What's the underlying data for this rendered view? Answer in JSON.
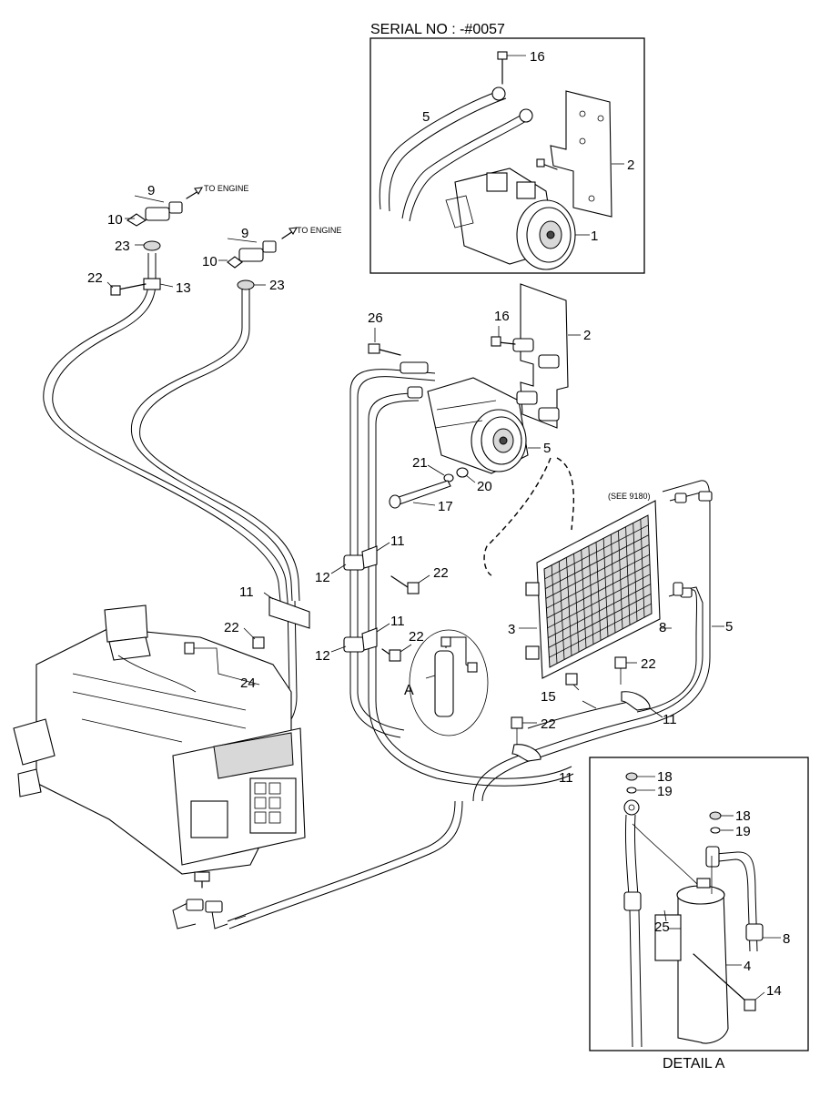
{
  "diagram": {
    "inset_title": "SERIAL NO : -#0057",
    "detail_caption": "DETAIL  A",
    "detail_marker": "A",
    "to_engine_label": "TO ENGINE",
    "see_reference": "(SEE 9180)",
    "callouts": {
      "c16_inset": "16",
      "c5_inset": "5",
      "c2_inset": "2",
      "c1_inset": "1",
      "c9_a": "9",
      "c10_a": "10",
      "c23_a": "23",
      "c9_b": "9",
      "c10_b": "10",
      "c23_b": "23",
      "c22_a": "22",
      "c13": "13",
      "c26": "26",
      "c16": "16",
      "c2": "2",
      "c5_comp": "5",
      "c21": "21",
      "c20": "20",
      "c17": "17",
      "c11_a": "11",
      "c12_a": "12",
      "c22_b": "22",
      "c11_b": "11",
      "c22_c": "22",
      "c12_b": "12",
      "c11_c": "11",
      "c22_d": "22",
      "c24": "24",
      "c3": "3",
      "c8": "8",
      "c5_line": "5",
      "c22_e": "22",
      "c15": "15",
      "c11_d": "11",
      "c22_f": "22",
      "c11_e": "11",
      "c18_a": "18",
      "c19_a": "19",
      "c18_b": "18",
      "c19_b": "19",
      "c25": "25",
      "c8_detail": "8",
      "c4": "4",
      "c14": "14"
    }
  }
}
